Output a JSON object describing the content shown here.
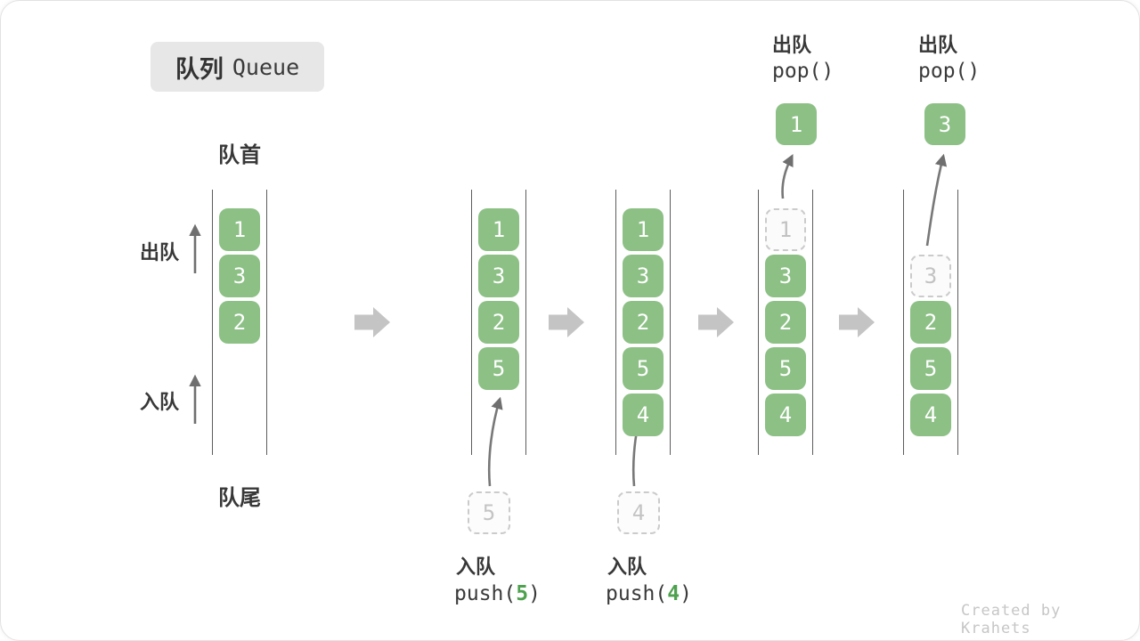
{
  "title": {
    "zh": "队列",
    "en": "Queue"
  },
  "labels": {
    "front": "队首",
    "rear": "队尾",
    "dequeue_side": "出队",
    "enqueue_side": "入队"
  },
  "queues": [
    {
      "name": "state-initial",
      "cells": [
        "1",
        "3",
        "2"
      ]
    },
    {
      "name": "state-after-push-5",
      "cells": [
        "1",
        "3",
        "2",
        "5"
      ]
    },
    {
      "name": "state-after-push-4",
      "cells": [
        "1",
        "3",
        "2",
        "5",
        "4"
      ]
    },
    {
      "name": "state-pop-1",
      "ghost": "1",
      "cells": [
        "3",
        "2",
        "5",
        "4"
      ]
    },
    {
      "name": "state-pop-3",
      "ghost": "3",
      "cells": [
        "2",
        "5",
        "4"
      ]
    }
  ],
  "push_ops": [
    {
      "label": "入队",
      "fn": "push(",
      "arg": "5",
      "close": ")",
      "staged": "5"
    },
    {
      "label": "入队",
      "fn": "push(",
      "arg": "4",
      "close": ")",
      "staged": "4"
    }
  ],
  "pop_ops": [
    {
      "label": "出队",
      "code": "pop()",
      "value": "1"
    },
    {
      "label": "出队",
      "code": "pop()",
      "value": "3"
    }
  ],
  "watermark": "Created by Krahets",
  "colors": {
    "box_green": "#8cc085",
    "code_green": "#4ea14e",
    "ghost_gray": "#c2c2c2",
    "block_arrow_gray": "#c4c4c4",
    "rail_gray": "#5d5d5d",
    "title_bg": "#e7e7e7"
  }
}
